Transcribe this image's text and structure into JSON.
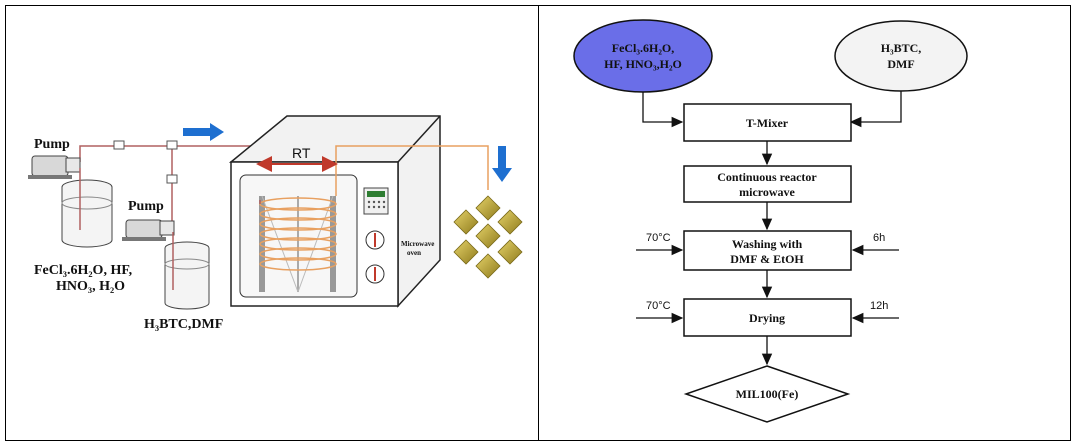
{
  "left_panel": {
    "pump_top_label": "Pump",
    "pump_bottom_label": "Pump",
    "tank1_label_line1": "FeCl₃.6H₂O,  HF,",
    "tank1_label_line2": "HNO₃,  H₂O",
    "tank2_label": "H₃BTC,DMF",
    "rt_label": "RT",
    "oven_label_line1": "Microwave",
    "oven_label_line2": "oven"
  },
  "right_panel": {
    "input_left_line1": "FeCl₃.6H₂O,",
    "input_left_line2": "HF, HNO₃,H₂O",
    "input_right_line1": "H₃BTC,",
    "input_right_line2": "DMF",
    "step1": "T-Mixer",
    "step2_line1": "Continuous reactor",
    "step2_line2": "microwave",
    "step3_line1": "Washing with",
    "step3_line2": "DMF & EtOH",
    "step3_left": "70°C",
    "step3_right": "6h",
    "step4": "Drying",
    "step4_left": "70°C",
    "step4_right": "12h",
    "output": "MIL100(Fe)"
  },
  "colors": {
    "left_input_fill": "#6a6ee8",
    "arrow_blue": "#1e6fd0",
    "coil_orange": "#e8a060",
    "rt_arrow_red": "#c0392b",
    "crystal_gold": "#c9b03a"
  }
}
